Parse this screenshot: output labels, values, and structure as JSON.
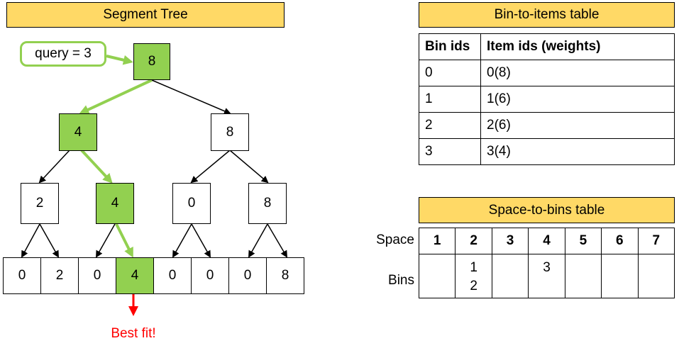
{
  "segment_tree": {
    "title": "Segment Tree",
    "query_label": "query = 3",
    "root": "8",
    "level1": [
      "4",
      "8"
    ],
    "level2": [
      "2",
      "4",
      "0",
      "8"
    ],
    "leaves": [
      "0",
      "2",
      "0",
      "4",
      "0",
      "0",
      "0",
      "8"
    ],
    "best_fit_label": "Best fit!",
    "colors": {
      "highlight": "#92d050",
      "title_bg": "#ffd966",
      "best_fit": "#ff0000"
    }
  },
  "bin_items_table": {
    "title": "Bin-to-items table",
    "headers": [
      "Bin ids",
      "Item ids (weights)"
    ],
    "rows": [
      [
        "0",
        "0(8)"
      ],
      [
        "1",
        "1(6)"
      ],
      [
        "2",
        "2(6)"
      ],
      [
        "3",
        "3(4)"
      ]
    ]
  },
  "space_bins_table": {
    "title": "Space-to-bins table",
    "space_label": "Space",
    "bins_label": "Bins",
    "spaces": [
      "1",
      "2",
      "3",
      "4",
      "5",
      "6",
      "7"
    ],
    "bins": [
      [],
      [
        "1",
        "2"
      ],
      [],
      [
        "3"
      ],
      [],
      [],
      []
    ]
  }
}
